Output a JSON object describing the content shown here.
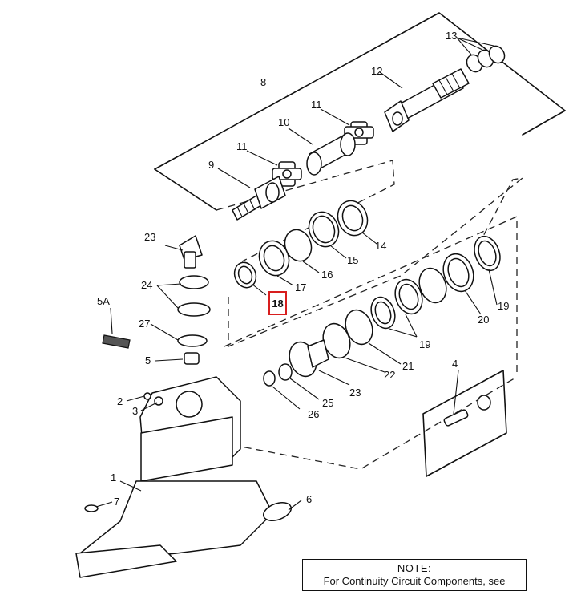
{
  "callouts": {
    "c1": "1",
    "c2": "2",
    "c3": "3",
    "c4": "4",
    "c5": "5",
    "c5a": "5A",
    "c6": "6",
    "c7": "7",
    "c8": "8",
    "c9": "9",
    "c10": "10",
    "c11a": "11",
    "c11b": "11",
    "c12": "12",
    "c13": "13",
    "c14": "14",
    "c15": "15",
    "c16": "16",
    "c17": "17",
    "c18": "18",
    "c19a": "19",
    "c19b": "19",
    "c20": "20",
    "c21": "21",
    "c22": "22",
    "c23a": "23",
    "c23b": "23",
    "c24": "24",
    "c25": "25",
    "c26": "26",
    "c27": "27"
  },
  "highlighted_part": "18",
  "highlight_color": "#d81e1e",
  "note": {
    "title": "NOTE:",
    "body": "For Continuity Circuit Components, see"
  }
}
